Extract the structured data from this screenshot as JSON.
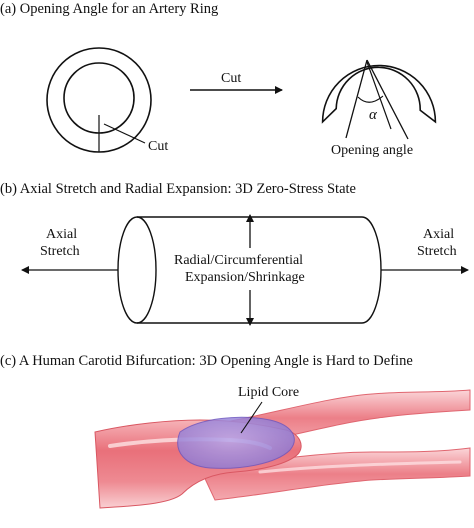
{
  "panel_a": {
    "title": "(a) Opening Angle for an Artery Ring",
    "arrow_label": "Cut",
    "cut_label": "Cut",
    "alpha_symbol": "α",
    "opening_angle_label": "Opening angle"
  },
  "panel_b": {
    "title": "(b) Axial Stretch and Radial Expansion: 3D Zero-Stress State",
    "left_label_line1": "Axial",
    "left_label_line2": "Stretch",
    "right_label_line1": "Axial",
    "right_label_line2": "Stretch",
    "center_label_line1": "Radial/Circumferential",
    "center_label_line2": "Expansion/Shrinkage"
  },
  "panel_c": {
    "title": "(c) A Human Carotid Bifurcation: 3D Opening Angle is Hard to Define",
    "lipid_label": "Lipid Core"
  },
  "colors": {
    "ink": "#111111",
    "vessel_red": "#e8767e",
    "vessel_light": "#f8c8cc",
    "lipid_purple": "#9a86d8"
  }
}
